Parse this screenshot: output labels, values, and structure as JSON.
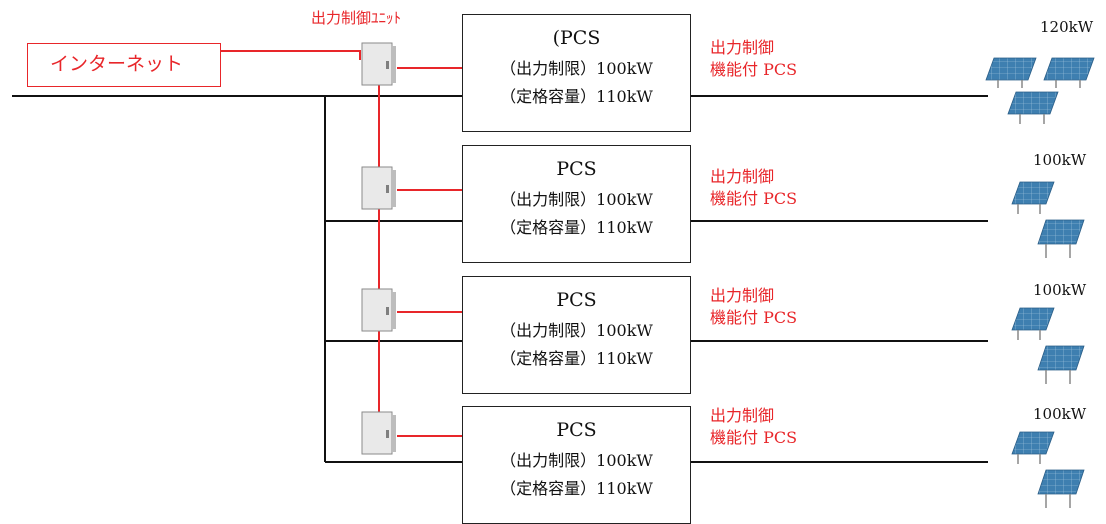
{
  "internet_label": "インターネット",
  "control_unit_label": "出力制御ﾕﾆｯﾄ",
  "rows": [
    {
      "pcs_title": "(PCS",
      "output_limit": "（出力制限）100kW",
      "rated_capacity": "（定格容量）110kW",
      "function_line1": "出力制御",
      "function_line2": "機能付 PCS",
      "array_capacity": "120kW"
    },
    {
      "pcs_title": "PCS",
      "output_limit": "（出力制限）100kW",
      "rated_capacity": "（定格容量）110kW",
      "function_line1": "出力制御",
      "function_line2": "機能付 PCS",
      "array_capacity": "100kW"
    },
    {
      "pcs_title": "PCS",
      "output_limit": "（出力制限）100kW",
      "rated_capacity": "（定格容量）110kW",
      "function_line1": "出力制御",
      "function_line2": "機能付 PCS",
      "array_capacity": "100kW"
    },
    {
      "pcs_title": "PCS",
      "output_limit": "（出力制限）100kW",
      "rated_capacity": "（定格容量）110kW",
      "function_line1": "出力制御",
      "function_line2": "機能付 PCS",
      "array_capacity": "100kW"
    }
  ],
  "colors": {
    "control_line": "#e8262a",
    "power_line": "#111111",
    "panel_blue": "#3e7fb0"
  },
  "icons": [
    "control-unit-cabinet-icon",
    "solar-panel-array-icon"
  ]
}
